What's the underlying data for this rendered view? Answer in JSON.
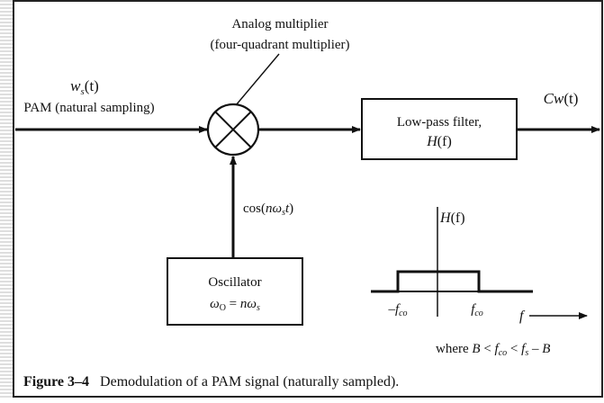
{
  "diagram": {
    "multiplier_label_1": "Analog multiplier",
    "multiplier_label_2": "(four-quadrant multiplier)",
    "input_signal": "w",
    "input_signal_sub": "s",
    "input_signal_arg": "(t)",
    "input_label": "PAM (natural sampling)",
    "filter_label_1": "Low-pass filter,",
    "filter_label_2": "H",
    "filter_label_2b": "(f)",
    "output_label": "Cw",
    "output_label_b": "(t)",
    "cos_label_pre": "cos(",
    "cos_label_n": "n",
    "cos_label_omega": "ω",
    "cos_label_sub": "s",
    "cos_label_t": "t",
    "cos_label_post": ")",
    "oscillator_label_1": "Oscillator",
    "oscillator_label_2a": "ω",
    "oscillator_label_2sub": "O",
    "oscillator_label_2b": " = ",
    "oscillator_label_2n": "n",
    "oscillator_label_2w": "ω",
    "oscillator_label_2s": "s",
    "response_title": "H",
    "response_title_b": "(f)",
    "neg_cutoff": "–f",
    "neg_cutoff_sub": "co",
    "pos_cutoff": "f",
    "pos_cutoff_sub": "co",
    "freq_axis": "f",
    "condition_pre": "where ",
    "condition_B": "B",
    "condition_lt1": " < ",
    "condition_f": "f",
    "condition_fsub": "co",
    "condition_lt2": " < ",
    "condition_fs": "f",
    "condition_fssub": "s",
    "condition_minus": " – ",
    "condition_B2": "B"
  },
  "caption": {
    "number": "Figure 3–4",
    "text": "Demodulation of a PAM signal (naturally sampled)."
  }
}
